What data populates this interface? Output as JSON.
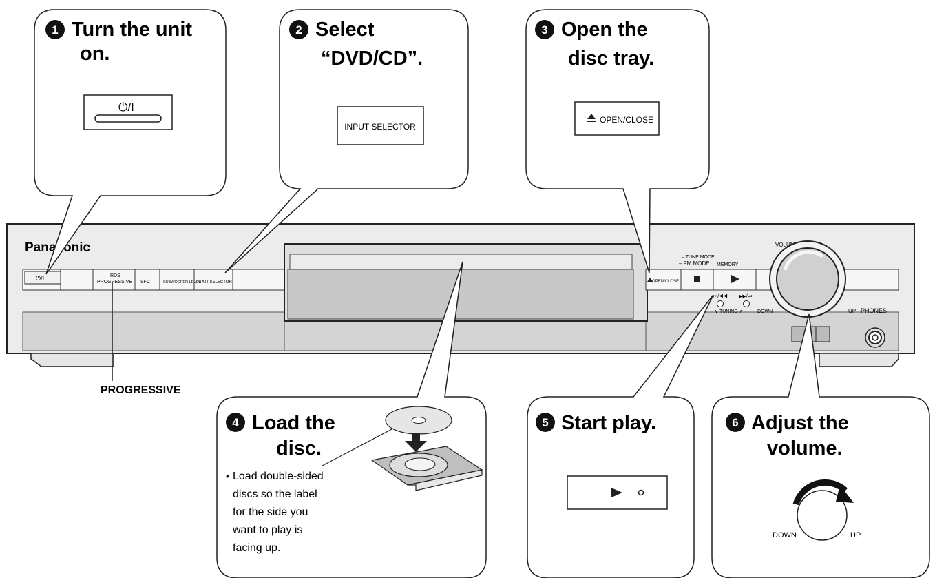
{
  "steps": [
    {
      "number": "1",
      "title_line1": "Turn the unit",
      "title_line2": "on.",
      "button_label": "⏻/I"
    },
    {
      "number": "2",
      "title_line1": "Select",
      "title_line2": "“DVD/CD”.",
      "button_label": "INPUT SELECTOR"
    },
    {
      "number": "3",
      "title_line1": "Open the",
      "title_line2": "disc tray.",
      "button_label": "OPEN/CLOSE"
    },
    {
      "number": "4",
      "title_line1": "Load the",
      "title_line2": "disc.",
      "note_lines": [
        "Load double-sided",
        "discs so the label",
        "for the side you",
        "want to play is",
        "facing up."
      ]
    },
    {
      "number": "5",
      "title_line1": "Start play."
    },
    {
      "number": "6",
      "title_line1": "Adjust the",
      "title_line2": "volume.",
      "knob_down": "DOWN",
      "knob_up": "UP"
    }
  ],
  "device": {
    "brand": "Panasonic",
    "power_label": "⏻/I",
    "rds_label": "RDS",
    "progressive_label": "PROGRESSIVE",
    "sfc_label": "SFC",
    "subwoofer_label": "SUBWOOFER LEVEL",
    "input_selector_label": "INPUT SELECTOR",
    "open_close_label": "OPEN/CLOSE",
    "tune_mode_label": "– TUNE MODE",
    "fm_mode_label": "– FM MODE",
    "memory_label": "MEMORY",
    "skip_back_label": "⏮/◀◀",
    "skip_fwd_label": "▶▶/⏭",
    "tuning_label": "∨ TUNING ∧",
    "down_label": "DOWN",
    "volume_label": "VOLUME",
    "up_label": "UP",
    "phones_label": "PHONES"
  },
  "callout_progressive": "PROGRESSIVE"
}
